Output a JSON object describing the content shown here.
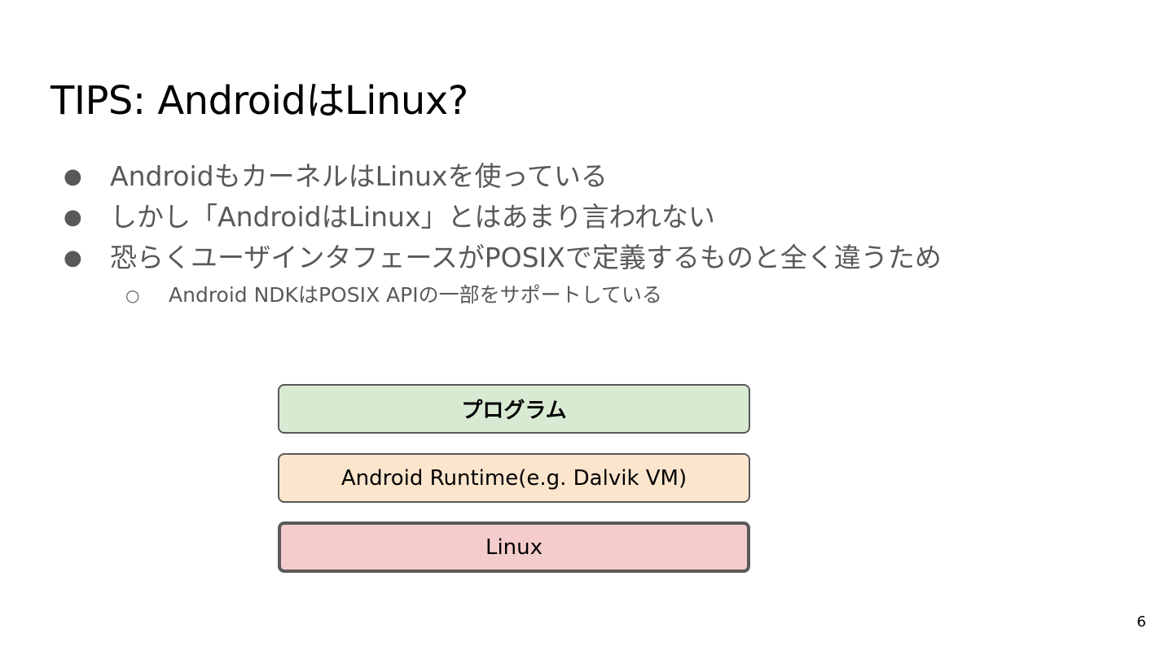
{
  "slide": {
    "title": "TIPS: AndroidはLinux?",
    "bullet_marker": "●",
    "sub_bullet_marker": "○",
    "bullets": [
      "AndroidもカーネルはLinuxを使っている",
      "しかし「AndroidはLinux」とはあまり言われない",
      "恐らくユーザインタフェースがPOSIXで定義するものと全く違うため"
    ],
    "sub_bullets": [
      "Android NDKはPOSIX APIの一部をサポートしている"
    ],
    "stack": {
      "program": "プログラム",
      "runtime": "Android Runtime(e.g. Dalvik VM)",
      "linux": "Linux"
    },
    "page_number": "6"
  },
  "colors": {
    "program_box": "#d9ead3",
    "runtime_box": "#fce5cd",
    "linux_box": "#f4cccc",
    "box_border": "#595959",
    "body_text": "#595959"
  }
}
